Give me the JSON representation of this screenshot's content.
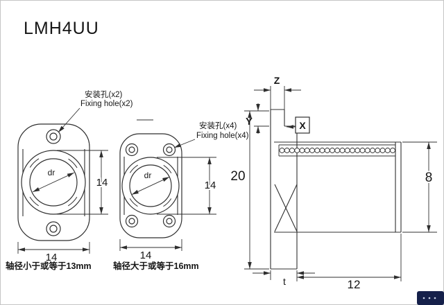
{
  "title": "LMH4UU",
  "views": {
    "left": {
      "hole_label_cn": "安装孔(x2)",
      "hole_label_en": "Fixing hole(x2)",
      "bore_label": "dr",
      "dim_circle_height": "14",
      "dim_flange_width": "14",
      "note": "轴径小于或等于13mm"
    },
    "middle": {
      "hole_label_cn": "安装孔(x4)",
      "hole_label_en": "Fixing hole(x4)",
      "bore_label": "dr",
      "dim_circle_height": "14",
      "dim_flange_width": "14",
      "note": "轴径大于或等于16mm"
    },
    "side": {
      "dim_groove_width": "Z",
      "dim_groove_offset": "Y",
      "dim_groove_depth": "X",
      "dim_flange_height": "20",
      "dim_body_od": "8",
      "dim_flange_thickness": "t",
      "dim_body_length": "12"
    }
  },
  "icons": {
    "logo": "brand-badge"
  },
  "colors": {
    "line": "#2f2f2f",
    "background": "#ffffff",
    "logo_badge": "#15204a"
  }
}
